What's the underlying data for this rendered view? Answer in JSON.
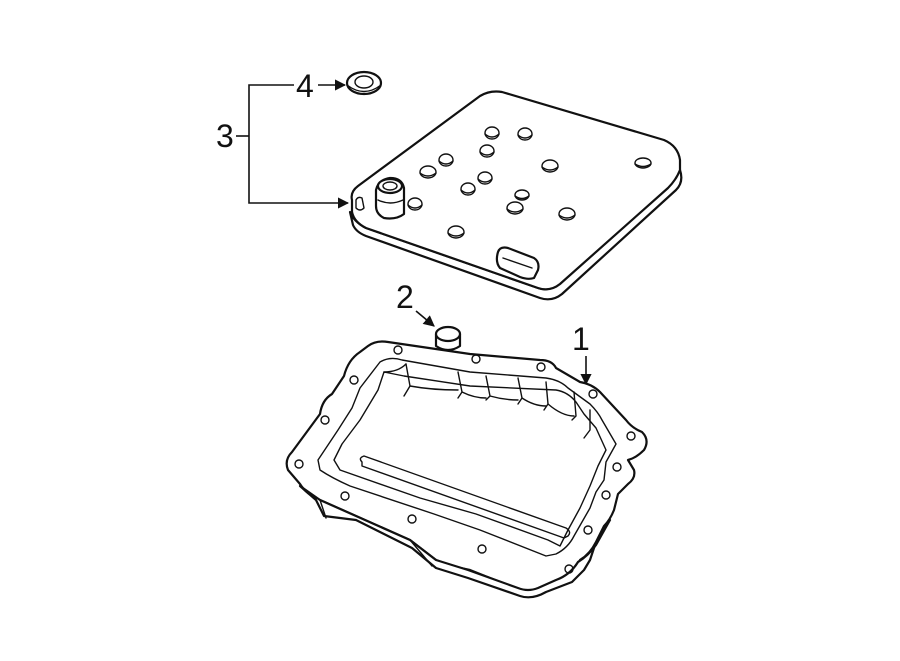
{
  "diagram": {
    "callouts": {
      "c1": "1",
      "c2": "2",
      "c3": "3",
      "c4": "4"
    },
    "colors": {
      "line": "#111111",
      "background": "#ffffff"
    }
  }
}
